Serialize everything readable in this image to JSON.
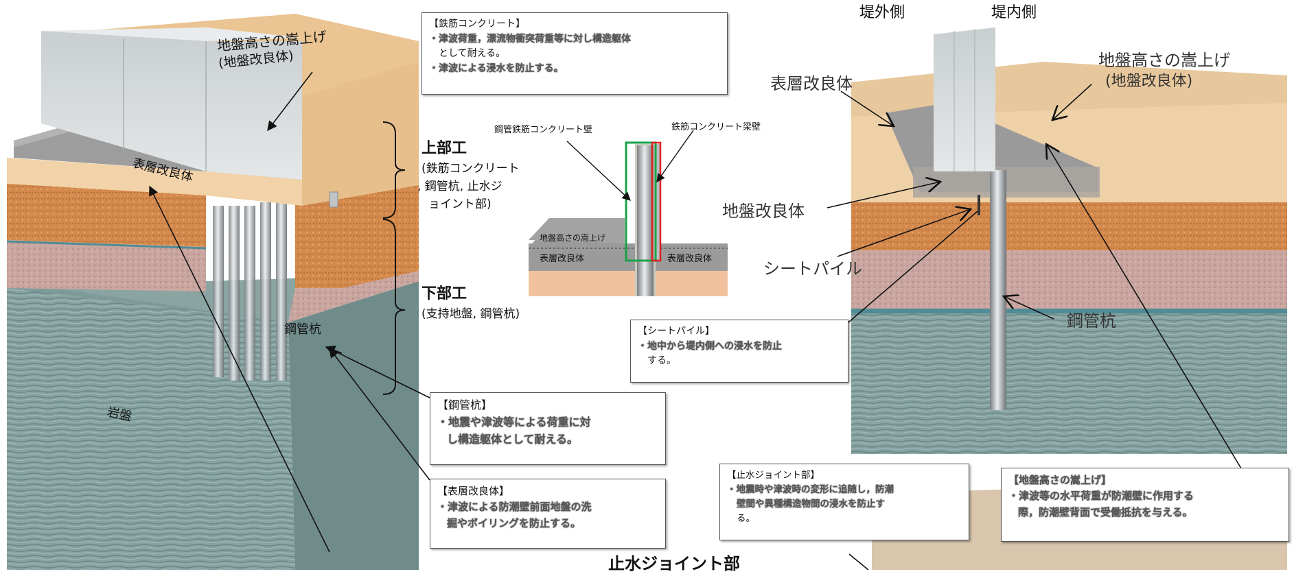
{
  "left_panel": {
    "label_ground_raise": "地盤高さの嵩上げ",
    "label_ground_improve": "(地盤改良体)",
    "label_surface": "表層改良体",
    "label_pipe_pile": "鋼管杭",
    "label_bedrock": "岩盤"
  },
  "upper_work": {
    "title": "上部工",
    "desc_line1": "(鉄筋コンクリート",
    "desc_line2": ", 鋼管杭, 止水ジ",
    "desc_line3": "ョイント部)"
  },
  "lower_work": {
    "title": "下部工",
    "desc": "(支持地盤, 鋼管杭)"
  },
  "box_rc": {
    "title": "【鉄筋コンクリート】",
    "line1": "・津波荷重，漂流物衝突荷重等に対し構造躯体",
    "line2": "として耐える。",
    "line3": "・津波による浸水を防止する。"
  },
  "section": {
    "label_steel_rc_wall": "鋼管鉄筋コンクリート壁",
    "label_rc_beam_wall": "鉄筋コンクリート梁壁",
    "label_raise": "地盤高さの嵩上げ",
    "label_surface_left": "表層改良体",
    "label_surface_right": "表層改良体"
  },
  "box_pipe": {
    "title": "【鋼管杭】",
    "line1": "・地震や津波等による荷重に対",
    "line2": "し構造躯体として耐える。"
  },
  "box_surface": {
    "title": "【表層改良体】",
    "line1": "・津波による防潮壁前面地盤の洗",
    "line2": "掘やボイリングを防止する。"
  },
  "box_sheet": {
    "title": "【シートパイル】",
    "line1": "・地中から堤内側への浸水を防止",
    "line2": "する。"
  },
  "box_joint": {
    "title": "【止水ジョイント部】",
    "line1": "・地震時や津波時の変形に追随し，防潮",
    "line2": "壁間や異種構造物間の浸水を防止す",
    "line3": "る。"
  },
  "box_raise": {
    "title": "【地盤高さの嵩上げ】",
    "line1": "・津波等の水平荷重が防潮壁に作用する",
    "line2": "際，防潮壁背面で受働抵抗を与える。"
  },
  "joint_caption": "止水ジョイント部",
  "right_panel": {
    "label_outside": "堤外側",
    "label_inside": "堤内側",
    "label_ground_raise": "地盤高さの嵩上げ",
    "label_ground_improve": "(地盤改良体)",
    "label_surface": "表層改良体",
    "label_ground_body": "地盤改良体",
    "label_sheet_pile": "シートパイル",
    "label_pipe_pile": "鋼管杭"
  },
  "colors": {
    "raise_fill": "#e9c596",
    "surface_fill": "#8f8f8f",
    "orange_soil": "#d78a4e",
    "pink_soil": "#c8a6a0",
    "bedrock": "#7f9c9a",
    "wall": "#d6dadc",
    "green_outline": "#1aa34a",
    "red_outline": "#e02020"
  }
}
